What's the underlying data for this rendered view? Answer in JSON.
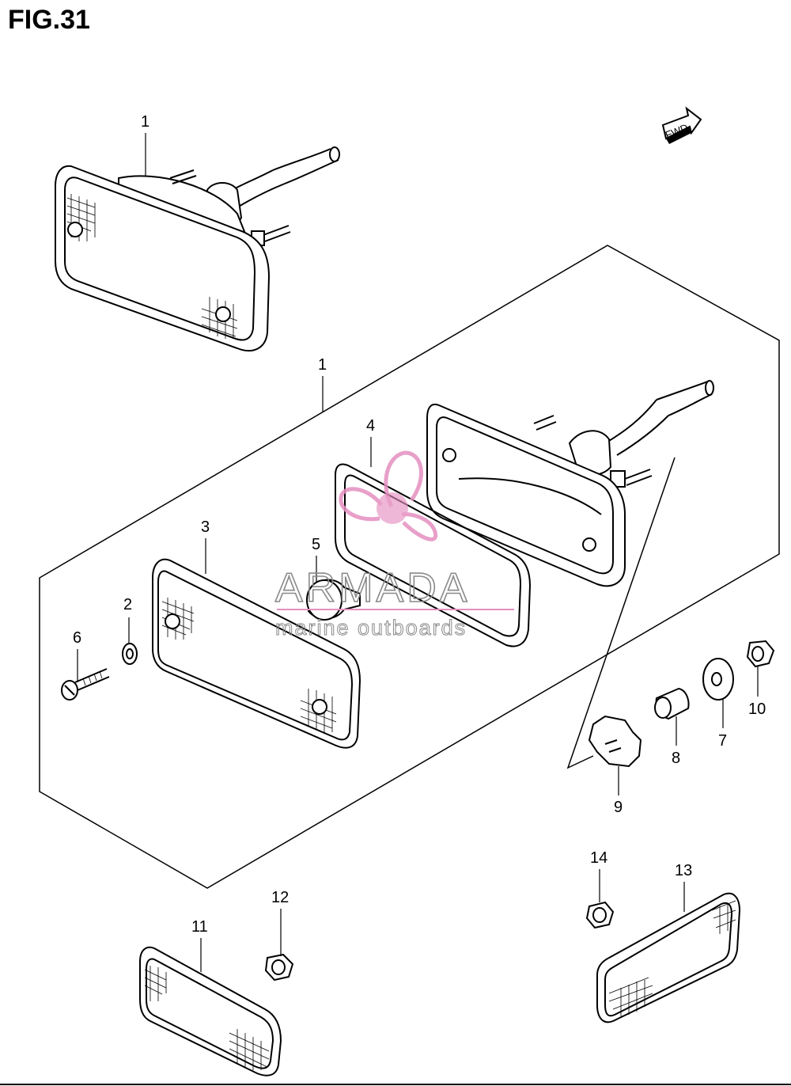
{
  "figure": {
    "title": "FIG.31"
  },
  "direction_badge": {
    "label": "FWD"
  },
  "watermark": {
    "brand": "ARMADA",
    "subtitle": "marine outboards",
    "accent_color": "#e58fc0"
  },
  "callouts": {
    "c1_top": "1",
    "c1_group": "1",
    "c2": "2",
    "c3": "3",
    "c4": "4",
    "c5": "5",
    "c6": "6",
    "c7": "7",
    "c8": "8",
    "c9": "9",
    "c10": "10",
    "c11": "11",
    "c12": "12",
    "c13": "13",
    "c14": "14"
  }
}
